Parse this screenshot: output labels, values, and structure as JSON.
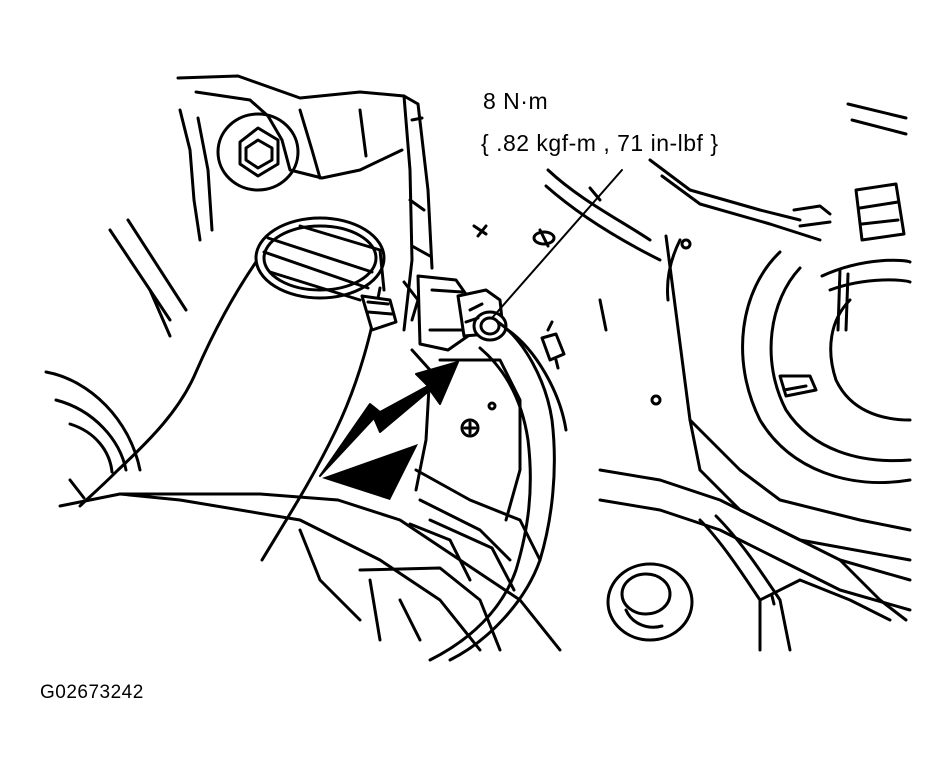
{
  "callout": {
    "torque_value": "8 N·m",
    "torque_alt_units": "{ .82 kgf-m , 71 in-lbf }"
  },
  "figure": {
    "id": "G02673242"
  },
  "colors": {
    "ink": "#000000",
    "paper": "#ffffff"
  }
}
